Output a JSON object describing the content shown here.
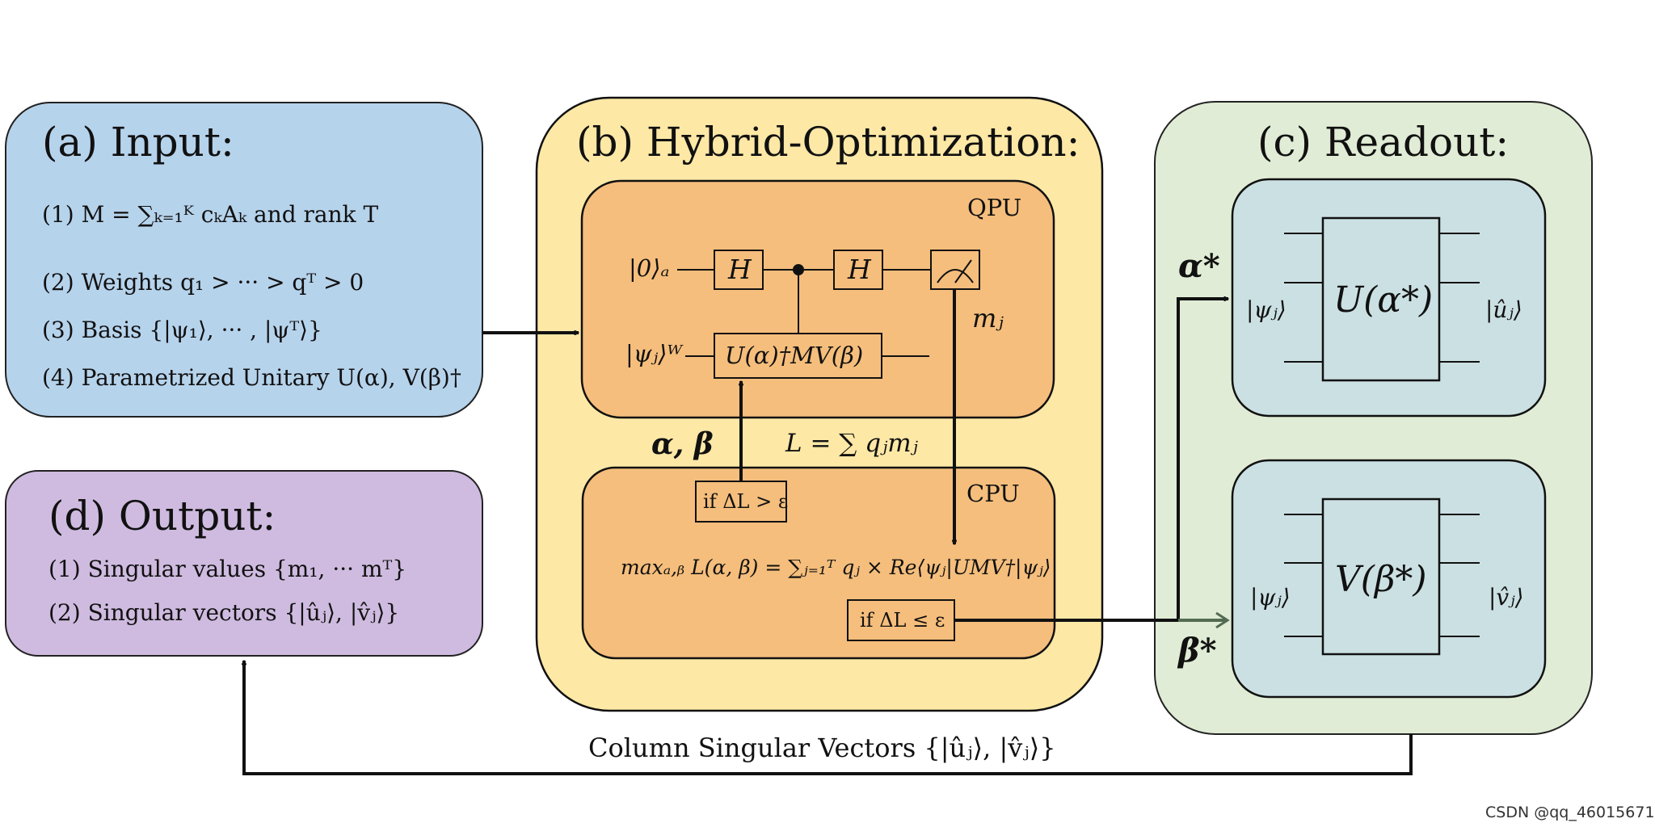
{
  "colors": {
    "input_fill": "#b6d3ec",
    "output_fill": "#cfbbe0",
    "hybrid_fill": "#fde8a6",
    "qpu_cpu_fill": "#f5be7c",
    "readout_fill": "#e0ecd5",
    "unitary_box_fill": "#cbe0e3",
    "line": "#111111",
    "readout_arrow": "#536b52"
  },
  "input": {
    "title": "(a) Input:",
    "item1": "(1) M = ∑ₖ₌₁ᴷ cₖAₖ and rank T",
    "item2": "(2) Weights  q₁ > ··· > qᵀ > 0",
    "item3": "(3) Basis {|ψ₁⟩, ··· , |ψᵀ⟩}",
    "item4": "(4) Parametrized Unitary U(α), V(β)†"
  },
  "hybrid": {
    "title": "(b) Hybrid-Optimization:",
    "qpu": {
      "label": "QPU",
      "ancilla_state": "|0⟩ₐ",
      "work_state": "|ψⱼ⟩ᵂ",
      "h_gate_1": "H",
      "h_gate_2": "H",
      "controlled_unitary": "U(α)†MV(β)",
      "measurement_label": "mⱼ"
    },
    "params_label": "α, β",
    "loss_label": "L = ∑ qⱼmⱼ",
    "cpu": {
      "label": "CPU",
      "condition_continue": "if ΔL > ε",
      "objective": "maxₐ,ᵦ L(α, β) = ∑ⱼ₌₁ᵀ qⱼ × Re⟨ψⱼ|UMV†|ψⱼ⟩",
      "condition_stop": "if ΔL ≤ ε"
    }
  },
  "readout": {
    "title": "(c) Readout:",
    "alpha_star": "α*",
    "beta_star": "β*",
    "u_box": {
      "input_state": "|ψⱼ⟩",
      "unitary": "U(α*)",
      "output_state": "|ûⱼ⟩"
    },
    "v_box": {
      "input_state": "|ψⱼ⟩",
      "unitary": "V(β*)",
      "output_state": "|v̂ⱼ⟩"
    }
  },
  "output": {
    "title": "(d) Output:",
    "item1": "(1) Singular values {m₁, ··· mᵀ}",
    "item2": "(2) Singular vectors {|ûⱼ⟩, |v̂ⱼ⟩}"
  },
  "feedback_label": "Column Singular Vectors {|ûⱼ⟩, |v̂ⱼ⟩}",
  "watermark": "CSDN @qq_46015671"
}
